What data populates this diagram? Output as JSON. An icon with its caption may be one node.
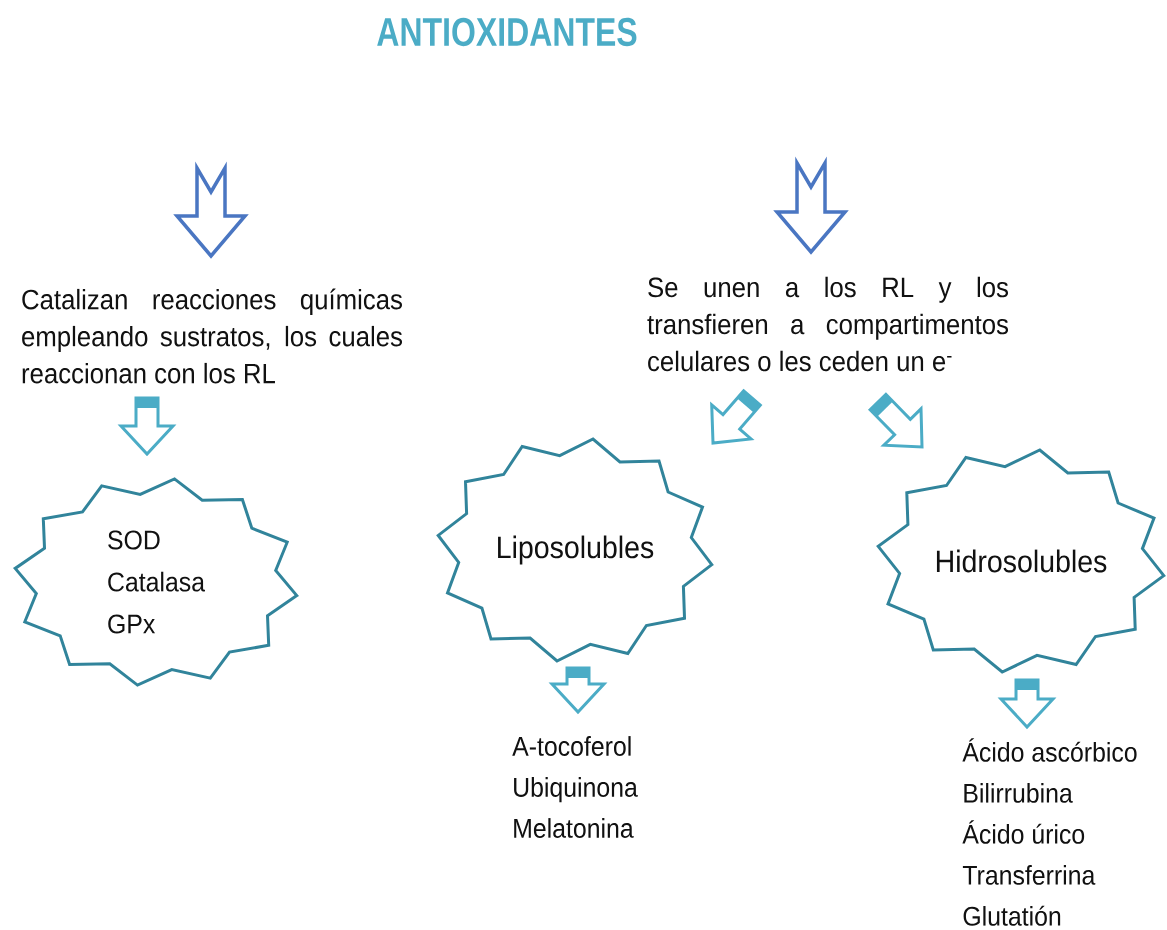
{
  "diagram": {
    "title": "ANTIOXIDANTES",
    "nodes": [
      {
        "text": [
          "Catalizan reacciones químicas empleando sustratos, los cuales reaccionan con los RL"
        ]
      },
      {
        "text": [
          "SOD",
          "Catalasa",
          "GPx"
        ]
      },
      {
        "text": [
          "Se unen a los RL y los transfieren a compartimentos celulares o les ceden un e$^{-}$"
        ]
      },
      {
        "text": [
          "Liposolubles"
        ]
      },
      {
        "text": [
          "Hidrosolubles"
        ]
      },
      {
        "text": [
          "A-tocoferol",
          "Ubiquinona",
          "Melatonina"
        ]
      },
      {
        "text": [
          "Ácido ascórbico",
          "Bilirrubina",
          "Ácido úrico",
          "Transferrina",
          "Glutatión"
        ]
      }
    ],
    "edges": [
      {
        "from": null,
        "to": 0,
        "arrow": "to",
        "color": "#4a76c2"
      },
      {
        "from": null,
        "to": 2,
        "arrow": "to",
        "color": "#4a76c2"
      },
      {
        "from": 0,
        "to": 1,
        "arrow": "to"
      },
      {
        "from": 2,
        "to": 3,
        "arrow": "to"
      },
      {
        "from": 2,
        "to": 4,
        "arrow": "to"
      },
      {
        "from": 3,
        "to": 5,
        "arrow": "to"
      },
      {
        "from": 4,
        "to": 6,
        "arrow": "to"
      }
    ]
  }
}
